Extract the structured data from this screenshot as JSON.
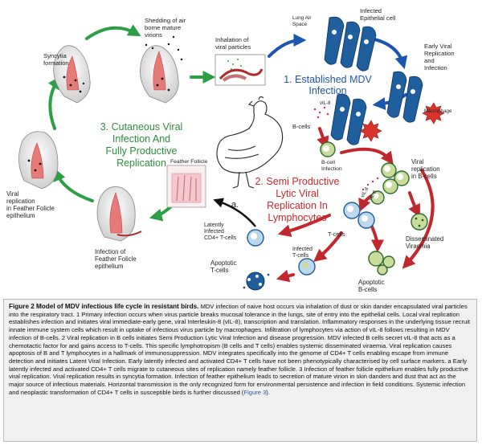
{
  "labels": {
    "syncytia": [
      "Syncytia",
      "formation"
    ],
    "shedding": [
      "Shedding of air",
      "borne mature",
      "virions"
    ],
    "inhalation": [
      "Inhalation of",
      "viral particles"
    ],
    "lung_air_space": [
      "Lung Air",
      "Space"
    ],
    "infected_epithelial": [
      "Infected",
      "Epithelial cell"
    ],
    "early_viral": [
      "Early Viral",
      "Replication",
      "and",
      "Infection"
    ],
    "macrophage": "Macrophage",
    "vil8_a": "vIL-8",
    "vil8_b": "vIL-8",
    "vil8_c": "vIL-8",
    "b_cells": "B-cells",
    "b_cell_infection": [
      "B-cell",
      "Infection"
    ],
    "viral_rep_bcells": [
      "Viral",
      "replication",
      "in B-cells"
    ],
    "t_cells": "T-cells",
    "disseminated": [
      "Disseminated",
      "Viraemia"
    ],
    "infected_tcells": [
      "Infected",
      "T-cells"
    ],
    "apoptotic_bcells": [
      "Apoptotic",
      "B-cells"
    ],
    "apoptotic_tcells": [
      "Apoptotic",
      "T-cells"
    ],
    "latently": [
      "Latently",
      "Infected",
      "CD4+ T-cells"
    ],
    "a_label": "a.",
    "feather_follicle": "Feather Follicle",
    "infection_feather": [
      "Infection of",
      "Feather Folicle",
      "epithelium"
    ],
    "viral_rep_feather": [
      "Viral",
      "replication",
      "in Feather Folicle",
      "epithelium"
    ],
    "stage1": [
      "1. Established MDV",
      "Infection"
    ],
    "stage2": [
      "2. Semi Productive",
      "Lytic Viral",
      "Replication In",
      "Lymphocytes"
    ],
    "stage3": [
      "3. Cutaneous Viral",
      "Infection And",
      "Fully Productive",
      "Replication"
    ]
  },
  "colors": {
    "green": "#2e9e45",
    "blue": "#1a56b0",
    "red": "#c0282d",
    "dark_red": "#a11d22",
    "cell_blue": "#1f5f9e",
    "cell_green": "#c9dc9a",
    "stage1": "#2255a8",
    "stage2": "#d0262b",
    "stage3": "#2e8c3d",
    "caption_bg": "#f0f0f0"
  },
  "caption": {
    "figure": "Figure 2",
    "title": "Model of MDV infectious life cycle in resistant birds.",
    "text": "MDV infection of naive host occurs via inhalation of dust or skin dander encapsulated viral particles into the respiratory tract. 1 Primary infection occurs when virus particle breaks mucosal tolerance in the lungs, site of entry into the epithelial cells. Local viral replication establishes infection and initiates viral immediate-early gene, viral Interleukin-8 (vIL-8), transcription and translation. Inflammatory responses in the underlying tissue recruit innate immune system cells which result in uptake of infectious virus particle by macrophages. Infiltration of lymphocytes via action of vIL-8 follows resulting in MDV infection of B-cells. 2 Viral replication in B cells initiates Semi Production Lytic Viral Infection and disease progression. MDV infected B cells secret vIL-8 that acts as a chemotactic factor for and gains access to T-cells. This specific lymphotropism (B cells and T cells) enables systemic disseminated viraemia. Viral replication causes apoptosis of B and T lymphocytes in a hallmark of immunosuppression. MDV integrates specifically into the genome of CD4+ T cells enabling escape from immune detection and initiates Latent Viral Infection. Early latently infected and activated CD4+ T cells have not been phenotypically characterised by cell surface markers. a Early latently infected and activated CD4+ T cells migrate to cutaneous sites of replication namely feather follicle. 3 Infection of feather follicle epithelium enables fully productive viral replication. Viral replication results in syncytia formation. Infection of feather epithelium leads to secretion of mature virion in skin danders and dust that act as the major source of infectious materials. Horizontal transmission is the only recognized form for environmental persistence and infection in field conditions. Systemic infection and neoplastic transformation of CD4+ T cells in susceptible birds is further discussed (",
    "link": "Figure 3",
    "end": ")."
  }
}
